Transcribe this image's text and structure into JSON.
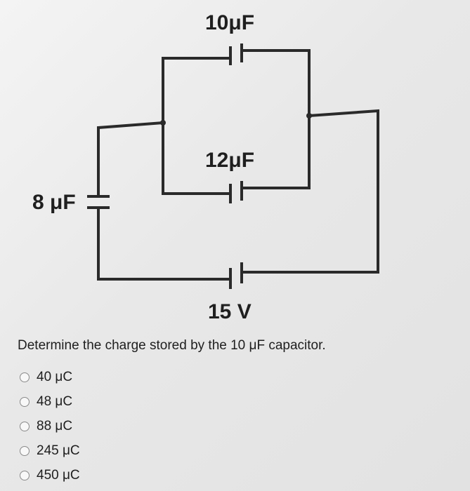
{
  "diagram": {
    "labels": {
      "c10": "10μF",
      "c12": "12μF",
      "c8": "8 μF",
      "battery": "15 V"
    }
  },
  "question": {
    "text": "Determine the charge stored by the 10 μF capacitor.",
    "options": [
      {
        "label": "40 μC"
      },
      {
        "label": "48 μC"
      },
      {
        "label": "88 μC"
      },
      {
        "label": "245 μC"
      },
      {
        "label": "450 μC"
      }
    ]
  }
}
